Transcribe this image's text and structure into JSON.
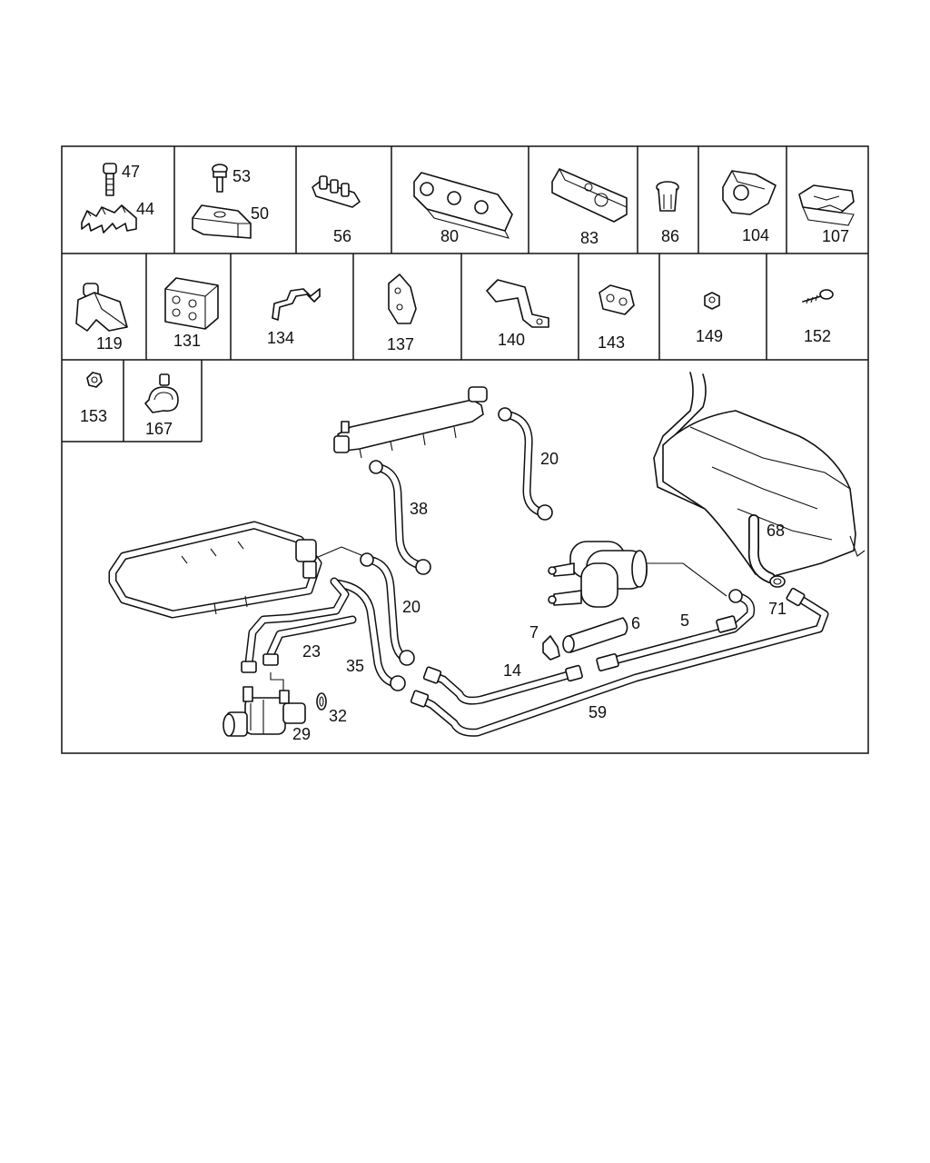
{
  "diagram": {
    "grid_row1": [
      "47",
      "44",
      "53",
      "50",
      "56",
      "80",
      "83",
      "86",
      "104",
      "107"
    ],
    "grid_row2": [
      "119",
      "131",
      "134",
      "137",
      "140",
      "143",
      "149",
      "152"
    ],
    "grid_row3": [
      "153",
      "167"
    ],
    "callouts": [
      "20",
      "38",
      "68",
      "20",
      "6",
      "5",
      "71",
      "7",
      "23",
      "35",
      "14",
      "32",
      "29",
      "59"
    ]
  }
}
